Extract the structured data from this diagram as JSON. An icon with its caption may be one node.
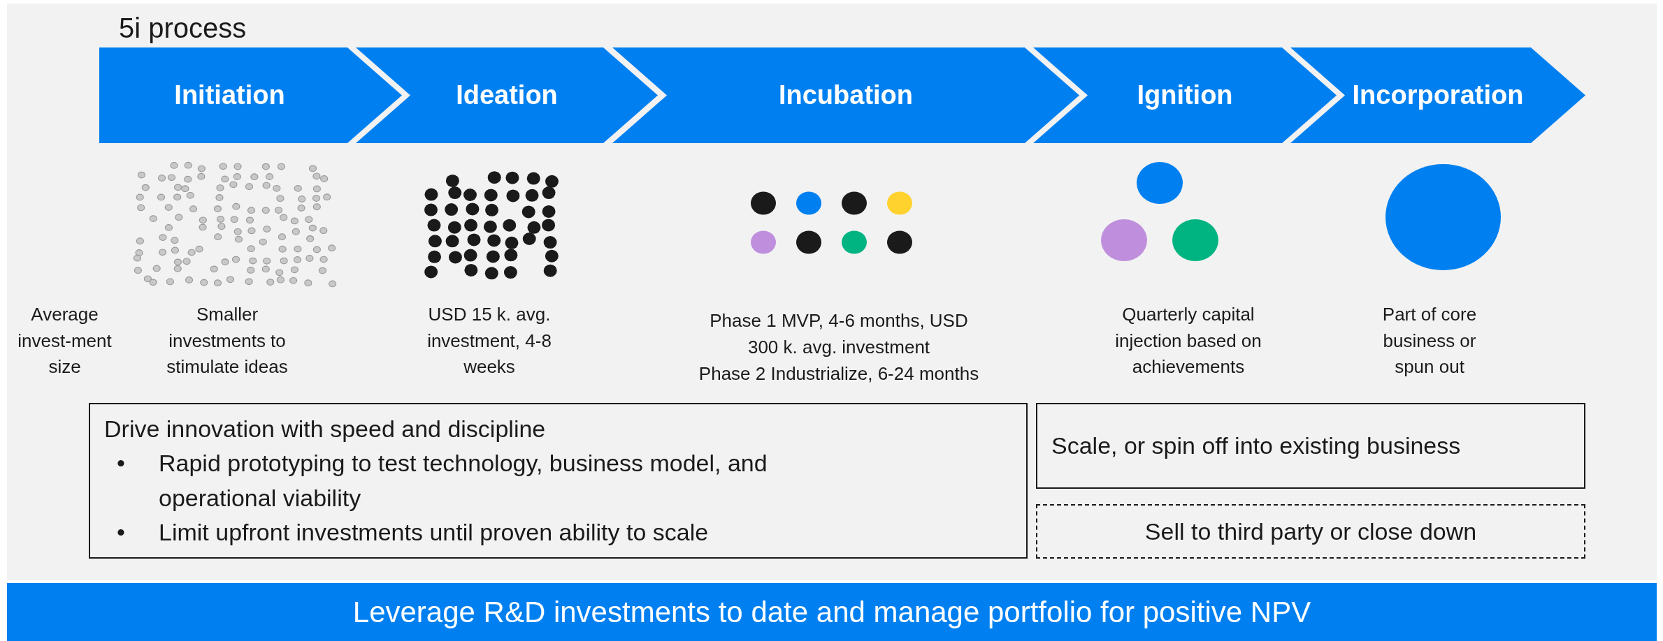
{
  "diagram": {
    "title": "5i process",
    "nodes": [
      {
        "text": [
          "Initiation"
        ]
      },
      {
        "text": [
          "Ideation"
        ]
      },
      {
        "text": [
          "Incubation"
        ]
      },
      {
        "text": [
          "Ignition"
        ]
      },
      {
        "text": [
          "Incorporation"
        ]
      },
      {
        "text": [
          "Drive innovation with speed and discipline",
          "•",
          "Rapid prototyping to test technology, business model, and operational viability",
          "•",
          "Limit upfront investments until proven ability to scale"
        ]
      },
      {
        "text": [
          "Scale, or spin off into existing business"
        ]
      },
      {
        "text": [
          "Sell to third party or close down"
        ]
      },
      {
        "text": [
          "Leverage R&D investments to date and manage portfolio for positive NPV"
        ]
      }
    ],
    "edges": [],
    "labels": [
      "Average invest-ment size",
      "Smaller investments to stimulate ideas",
      "USD 15 k. avg. investment, 4-8 weeks",
      "Phase 1 MVP, 4-6 months, USD 300 k. avg. investment",
      "Phase 2 Industrialize, 6-24 months",
      "Quarterly capital injection based on achievements",
      "Part of core business or spun out"
    ]
  }
}
